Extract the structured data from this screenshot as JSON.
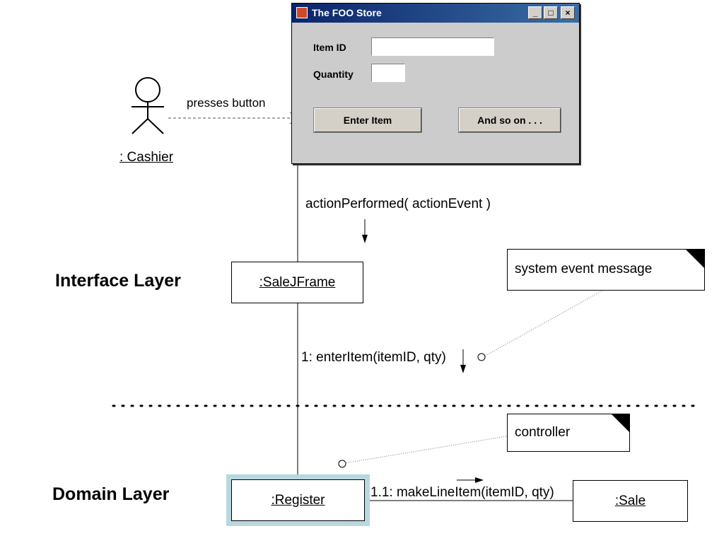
{
  "window": {
    "title": "The FOO Store",
    "item_id_label": "Item ID",
    "item_id_value": "",
    "quantity_label": "Quantity",
    "quantity_value": "",
    "enter_item_label": "Enter Item",
    "and_so_on_label": "And so on . . .",
    "minimize_glyph": "_",
    "maximize_glyph": "□",
    "close_glyph": "×"
  },
  "actor": {
    "name": ": Cashier",
    "action": "presses button"
  },
  "messages": {
    "action_performed": "actionPerformed( actionEvent )",
    "enter_item": "1: enterItem(itemID, qty)",
    "make_line_item": "1.1: makeLineItem(itemID, qty)"
  },
  "layers": {
    "interface": "Interface Layer",
    "domain": "Domain Layer"
  },
  "objects": {
    "sale_jframe": ":SaleJFrame",
    "register": ":Register",
    "sale": ":Sale"
  },
  "notes": {
    "system_event": "system event message",
    "controller": "controller"
  },
  "colors": {
    "register_highlight": "#b7d8df",
    "window_bg": "#cccccc",
    "titlebar": "#0a246a"
  }
}
